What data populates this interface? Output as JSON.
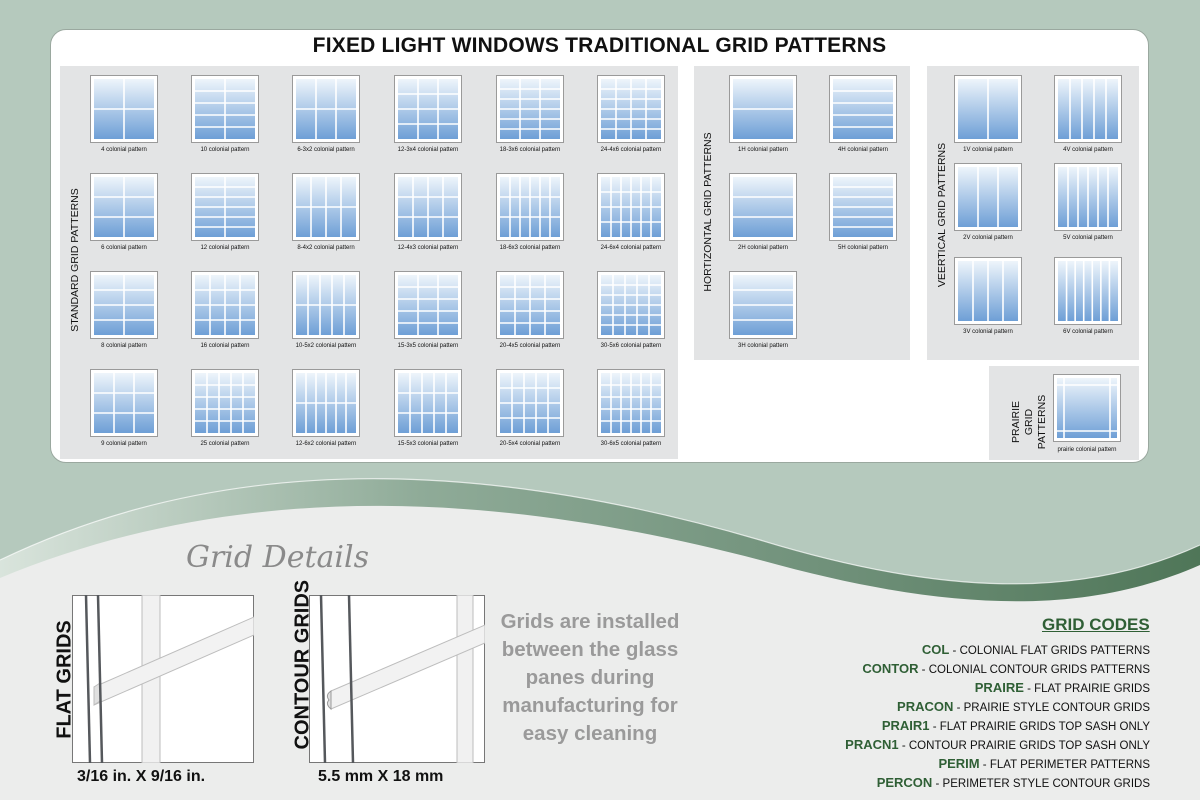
{
  "title": "FIXED LIGHT WINDOWS TRADITIONAL GRID PATTERNS",
  "colors": {
    "glass_top": "#eef5fb",
    "glass_bottom": "#6e9fd6",
    "accent_green": "#2f5f35",
    "frame": "#ffffff",
    "panel": "#e3e4e5"
  },
  "standard": {
    "label": "STANDARD GRID PATTERNS",
    "rows": [
      [
        {
          "caption": "4 colonial pattern",
          "cols": 2,
          "rows": 2
        },
        {
          "caption": "10 colonial pattern",
          "cols": 2,
          "rows": 5
        },
        {
          "caption": "6-3x2 colonial pattern",
          "cols": 3,
          "rows": 2
        },
        {
          "caption": "12-3x4 colonial pattern",
          "cols": 3,
          "rows": 4
        },
        {
          "caption": "18-3x6 colonial pattern",
          "cols": 3,
          "rows": 6
        },
        {
          "caption": "24-4x6 colonial pattern",
          "cols": 4,
          "rows": 6
        }
      ],
      [
        {
          "caption": "6 colonial pattern",
          "cols": 2,
          "rows": 3
        },
        {
          "caption": "12 colonial pattern",
          "cols": 2,
          "rows": 6
        },
        {
          "caption": "8-4x2 colonial pattern",
          "cols": 4,
          "rows": 2
        },
        {
          "caption": "12-4x3 colonial pattern",
          "cols": 4,
          "rows": 3
        },
        {
          "caption": "18-6x3 colonial pattern",
          "cols": 6,
          "rows": 3
        },
        {
          "caption": "24-6x4 colonial pattern",
          "cols": 6,
          "rows": 4
        }
      ],
      [
        {
          "caption": "8 colonial pattern",
          "cols": 2,
          "rows": 4
        },
        {
          "caption": "16 colonial pattern",
          "cols": 4,
          "rows": 4
        },
        {
          "caption": "10-5x2 colonial pattern",
          "cols": 5,
          "rows": 2
        },
        {
          "caption": "15-3x5 colonial pattern",
          "cols": 3,
          "rows": 5
        },
        {
          "caption": "20-4x5 colonial pattern",
          "cols": 4,
          "rows": 5
        },
        {
          "caption": "30-5x6 colonial pattern",
          "cols": 5,
          "rows": 6
        }
      ],
      [
        {
          "caption": "9 colonial pattern",
          "cols": 3,
          "rows": 3
        },
        {
          "caption": "25 colonial pattern",
          "cols": 5,
          "rows": 5
        },
        {
          "caption": "12-6x2 colonial pattern",
          "cols": 6,
          "rows": 2
        },
        {
          "caption": "15-5x3 colonial pattern",
          "cols": 5,
          "rows": 3
        },
        {
          "caption": "20-5x4 colonial pattern",
          "cols": 5,
          "rows": 4
        },
        {
          "caption": "30-6x5 colonial pattern",
          "cols": 6,
          "rows": 5
        }
      ]
    ]
  },
  "horizontal": {
    "label": "HORTIZONTAL GRID PATTERNS",
    "items": [
      {
        "caption": "1H colonial pattern",
        "cols": 1,
        "rows": 2
      },
      {
        "caption": "4H colonial pattern",
        "cols": 1,
        "rows": 5
      },
      {
        "caption": "2H colonial pattern",
        "cols": 1,
        "rows": 3
      },
      {
        "caption": "5H colonial pattern",
        "cols": 1,
        "rows": 6
      },
      {
        "caption": "3H colonial pattern",
        "cols": 1,
        "rows": 4
      }
    ]
  },
  "vertical": {
    "label": "VEERTICAL GRID PATTERNS",
    "items": [
      {
        "caption": "1V colonial pattern",
        "cols": 2,
        "rows": 1
      },
      {
        "caption": "4V colonial pattern",
        "cols": 5,
        "rows": 1
      },
      {
        "caption": "2V colonial pattern",
        "cols": 3,
        "rows": 1
      },
      {
        "caption": "5V colonial pattern",
        "cols": 6,
        "rows": 1
      },
      {
        "caption": "3V colonial pattern",
        "cols": 4,
        "rows": 1
      },
      {
        "caption": "6V colonial pattern",
        "cols": 7,
        "rows": 1
      }
    ]
  },
  "prairie": {
    "label_lines": [
      "PRAIRIE",
      "GRID",
      "PATTERNS"
    ],
    "caption": "prairie colonial pattern"
  },
  "grid_details": {
    "heading": "Grid Details",
    "flat": {
      "label": "FLAT GRIDS",
      "dimensions": "3/16 in.  X  9/16 in."
    },
    "contour": {
      "label": "CONTOUR GRIDS",
      "dimensions": "5.5 mm  X  18 mm"
    },
    "note": "Grids are installed between the glass panes during manufacturing for easy cleaning"
  },
  "grid_codes": {
    "title": "GRID CODES",
    "items": [
      {
        "code": "COL",
        "desc": " - COLONIAL FLAT GRIDS PATTERNS"
      },
      {
        "code": "CONTOR",
        "desc": " - COLONIAL CONTOUR GRIDS PATTERNS"
      },
      {
        "code": "PRAIRE",
        "desc": " - FLAT PRAIRIE GRIDS"
      },
      {
        "code": "PRACON",
        "desc": " - PRAIRIE STYLE CONTOUR GRIDS"
      },
      {
        "code": "PRAIR1",
        "desc": " - FLAT PRAIRIE GRIDS TOP SASH ONLY"
      },
      {
        "code": "PRACN1",
        "desc": " - CONTOUR PRAIRIE GRIDS TOP SASH ONLY"
      },
      {
        "code": "PERIM",
        "desc": " - FLAT PERIMETER PATTERNS"
      },
      {
        "code": "PERCON",
        "desc": " - PERIMETER STYLE CONTOUR GRIDS"
      }
    ]
  }
}
